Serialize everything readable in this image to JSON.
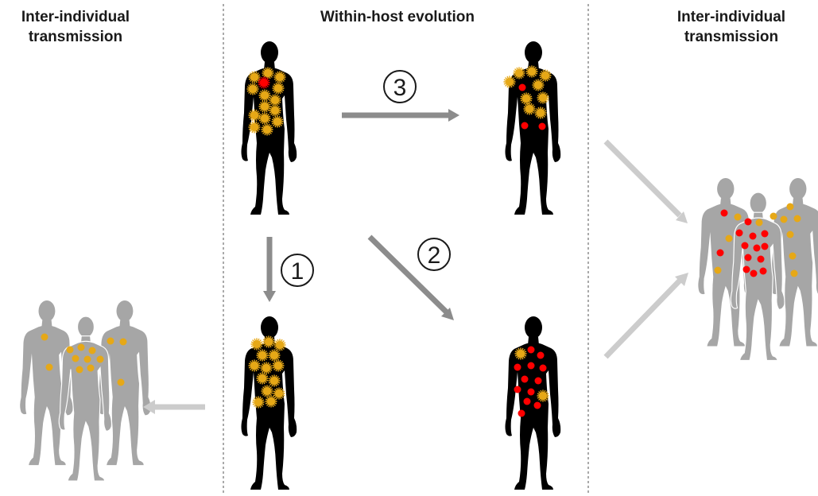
{
  "headings": {
    "left": "Inter-individual transmission",
    "middle": "Within-host evolution",
    "right": "Inter-individual transmission"
  },
  "steps": [
    {
      "label": "①",
      "number": "1"
    },
    {
      "label": "②",
      "number": "2"
    },
    {
      "label": "③",
      "number": "3"
    }
  ],
  "colors": {
    "background": "#ffffff",
    "host_silhouette": "#000000",
    "transmitted_silhouette": "#a6a6a6",
    "strain_original": "#e6a817",
    "strain_evolved": "#ff0000",
    "arrow_within_host": "#8c8c8c",
    "arrow_transmission": "#cccccc",
    "divider": "#555555"
  },
  "icons": [
    "human-silhouette-icon",
    "bacterium-icon",
    "arrow-icon",
    "dashed-divider"
  ]
}
